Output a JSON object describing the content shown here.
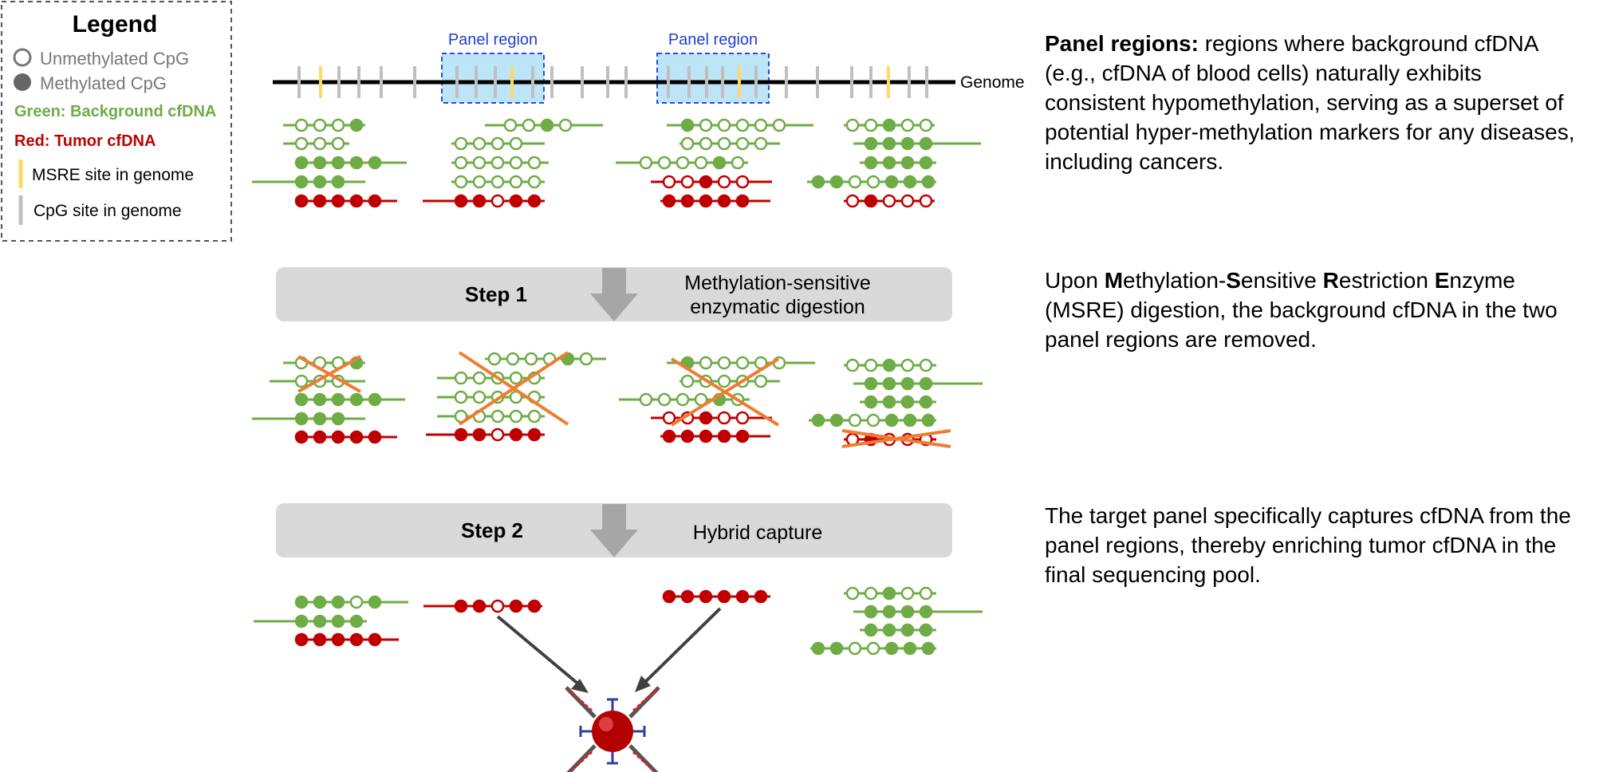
{
  "legend": {
    "title": "Legend",
    "unmethylated": "Unmethylated CpG",
    "methylated": "Methylated CpG",
    "green": "Green: Background cfDNA",
    "red": "Red: Tumor cfDNA",
    "msre": "MSRE site in genome",
    "cpg": "CpG site in genome"
  },
  "genome_label": "Genome",
  "panel_label_1": "Panel region",
  "panel_label_2": "Panel region",
  "step1": {
    "label": "Step 1",
    "desc_line1": "Methylation-sensitive",
    "desc_line2": "enzymatic digestion"
  },
  "step2": {
    "label": "Step 2",
    "desc": "Hybrid capture"
  },
  "descriptions": {
    "panel": {
      "bold": "Panel regions:",
      "l1": "regions where background cfDNA",
      "l2": "(e.g., cfDNA of blood cells) naturally exhibits",
      "l3": "consistent hypomethylation, serving as a superset of",
      "l4": "potential hyper-methylation markers for any diseases,",
      "l5": "including cancers."
    },
    "msre": {
      "prefix": "Upon ",
      "b1": "M",
      "t1": "ethylation-",
      "b2": "S",
      "t2": "ensitive ",
      "b3": "R",
      "t3": "estriction ",
      "b4": "E",
      "t4": "nzyme",
      "l2": "(MSRE) digestion, the background cfDNA in the two",
      "l3": "panel regions are removed."
    },
    "capture": {
      "l1": "The target panel specifically captures cfDNA from the",
      "l2": "panel regions, thereby enriching tumor cfDNA in the",
      "l3": "final sequencing pool."
    }
  },
  "colors": {
    "green": "#6fac46",
    "red": "#c00000",
    "msre": "#ffd966",
    "cpg": "#bfbfbf",
    "panel_fill": "#bde4f7",
    "panel_border": "#1f4fe0",
    "cross": "#ed7d31",
    "step_box": "#d9d9d9",
    "arrow": "#a6a6a6"
  }
}
